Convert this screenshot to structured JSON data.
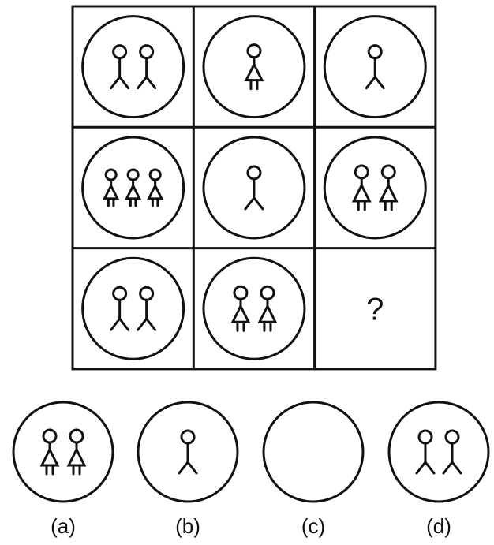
{
  "grid": {
    "rows": 3,
    "cols": 3,
    "cells": [
      {
        "figures": 2,
        "type": "male"
      },
      {
        "figures": 1,
        "type": "female"
      },
      {
        "figures": 1,
        "type": "male"
      },
      {
        "figures": 3,
        "type": "female"
      },
      {
        "figures": 1,
        "type": "male"
      },
      {
        "figures": 2,
        "type": "female"
      },
      {
        "figures": 2,
        "type": "male"
      },
      {
        "figures": 2,
        "type": "female"
      },
      {
        "figures": 0,
        "type": "question",
        "text": "?"
      }
    ]
  },
  "options": [
    {
      "label": "(a)",
      "figures": 2,
      "type": "female"
    },
    {
      "label": "(b)",
      "figures": 1,
      "type": "male"
    },
    {
      "label": "(c)",
      "figures": 0,
      "type": "empty"
    },
    {
      "label": "(d)",
      "figures": 2,
      "type": "male"
    }
  ],
  "colors": {
    "line": "#111111",
    "background": "#ffffff"
  }
}
